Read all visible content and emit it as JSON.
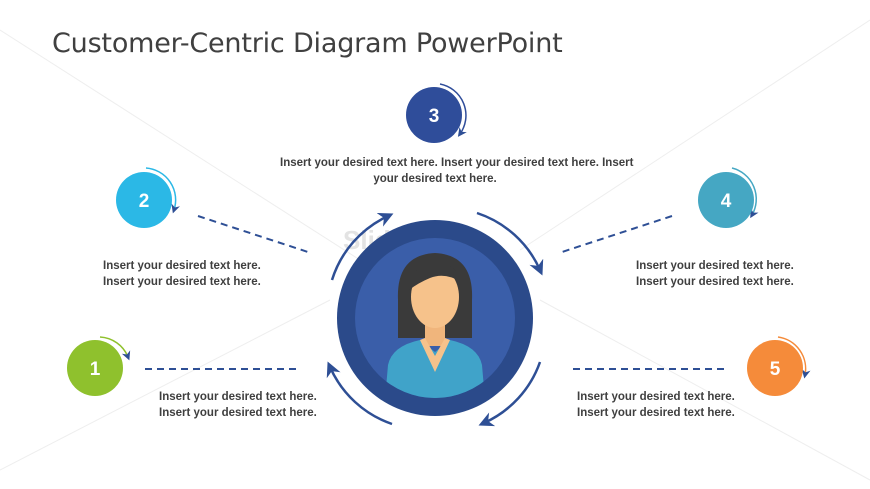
{
  "title": "Customer-Centric Diagram PowerPoint",
  "watermark": "SlideModel",
  "colors": {
    "title": "#404040",
    "center_outer": "#2b4a8a",
    "center_inner": "#3a5ea9",
    "arrows": "#2e4f95",
    "connector": "#2e4f95",
    "skin": "#f6c28b",
    "hair": "#3a3a3a",
    "shirt": "#40a3c9"
  },
  "nodes": [
    {
      "number": "1",
      "color": "#8fc12d",
      "text": [
        "Insert your desired text here.",
        "Insert your desired text here."
      ]
    },
    {
      "number": "2",
      "color": "#2bb8e6",
      "text": [
        "Insert your desired text here.",
        "Insert your desired text here."
      ]
    },
    {
      "number": "3",
      "color": "#2f4d9a",
      "text": [
        "Insert your desired text here. Insert your desired text here. Insert",
        "your desired text here."
      ]
    },
    {
      "number": "4",
      "color": "#45a7c3",
      "text": [
        "Insert your desired text here.",
        "Insert your desired text here."
      ]
    },
    {
      "number": "5",
      "color": "#f58b3a",
      "text": [
        "Insert your desired text here.",
        "Insert your desired text here."
      ]
    }
  ],
  "center_icon": "woman-avatar-icon"
}
